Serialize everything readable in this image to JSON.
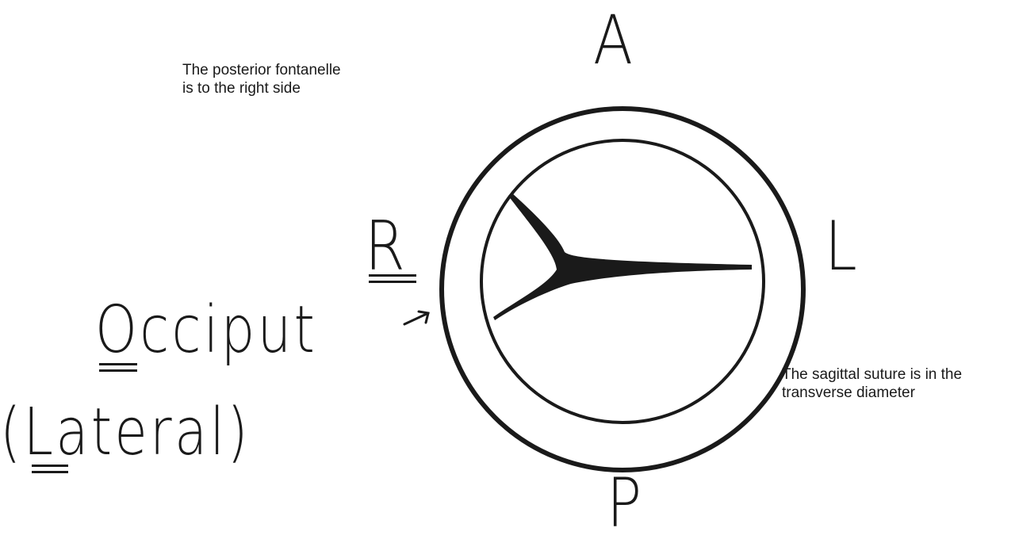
{
  "notes": {
    "posterior_fontanelle": "The posterior fontanelle\nis to the right side",
    "sagittal_suture": "The sagittal suture is in the\ntransverse diameter"
  },
  "directions": {
    "anterior": "A",
    "posterior": "P",
    "left": "L",
    "right": "R"
  },
  "position_name": {
    "line1": "Occiput",
    "line2": "(Lateral)"
  },
  "colors": {
    "ink": "#1a1a1a",
    "background": "#ffffff"
  }
}
